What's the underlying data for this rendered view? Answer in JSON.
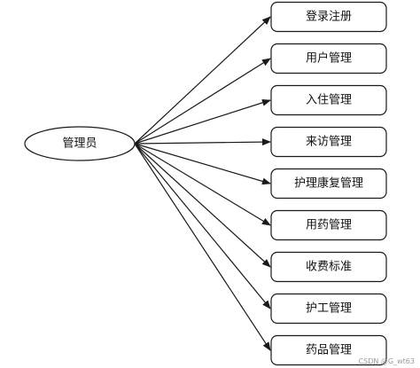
{
  "root": {
    "label": "管理员"
  },
  "children": [
    {
      "label": "登录注册"
    },
    {
      "label": "用户管理"
    },
    {
      "label": "入住管理"
    },
    {
      "label": "来访管理"
    },
    {
      "label": "护理康复管理"
    },
    {
      "label": "用药管理"
    },
    {
      "label": "收费标准"
    },
    {
      "label": "护工管理"
    },
    {
      "label": "药品管理"
    }
  ],
  "watermark": "CSDN @G_wt63"
}
